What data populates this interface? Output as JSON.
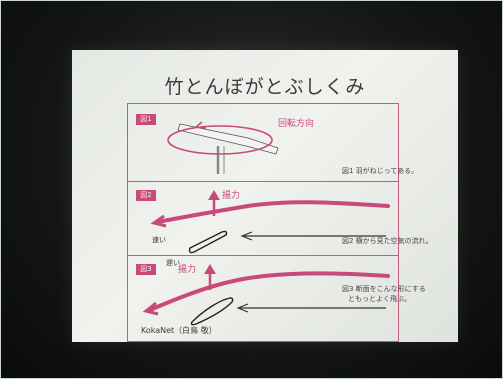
{
  "slide": {
    "title": "竹とんぼがとぶしくみ",
    "credit": "KokaNet（白鳥 敬）"
  },
  "figures": [
    {
      "tag": "図1",
      "label": "回転方向",
      "caption": "図1 羽がねじってある。"
    },
    {
      "tag": "図2",
      "lift_label": "揚力",
      "fast_label": "速い",
      "slow_label": "遅い",
      "caption": "図2 横から見た空気の流れ。"
    },
    {
      "tag": "図3",
      "lift_label": "揚力",
      "caption_line1": "図3 断面をこんな形にする",
      "caption_line2": "ともっとよく飛ぶ。"
    }
  ],
  "colors": {
    "accent": "#c9497a",
    "screen": "#ecefeb",
    "room": "#151716"
  }
}
